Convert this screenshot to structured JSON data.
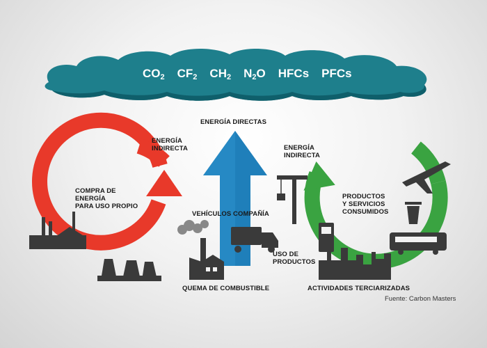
{
  "colors": {
    "cloud": "#1e7f8c",
    "cloud_dark": "#0f5f6b",
    "red_cycle": "#e8392a",
    "blue_arrow": "#1f7fba",
    "green_cycle": "#3aa341",
    "silhouette": "#3a3a3a"
  },
  "cloud": {
    "gases": [
      {
        "base": "CO",
        "sub": "2"
      },
      {
        "base": "CF",
        "sub": "2"
      },
      {
        "base": "CH",
        "sub": "2"
      },
      {
        "base": "N",
        "sub": "2",
        "tail": "O"
      },
      {
        "base": "HFCs",
        "sub": ""
      },
      {
        "base": "PFCs",
        "sub": ""
      }
    ]
  },
  "labels": {
    "energia_directas": "ENERGÍA DIRECTAS",
    "energia_indirecta_left": "ENERGÍA\nINDIRECTA",
    "energia_indirecta_right": "ENERGÍA\nINDIRECTA",
    "compra_energia": "COMPRA DE\nENERGÍA\nPARA USO PROPIO",
    "vehiculos": "VEHÍCULOS COMPAÑÍA",
    "quema": "QUEMA DE COMBUSTIBLE",
    "productos_servicios": "PRODUCTOS\nY SERVICIOS\nCONSUMIDOS",
    "uso_productos": "USO DE\nPRODUCTOS",
    "actividades": "ACTIVIDADES TERCIARIZADAS"
  },
  "source": "Fuente: Carbon Masters",
  "icons": [
    "power-plant-icon",
    "cooling-tower-icon",
    "factory-icon",
    "smoke-icon",
    "truck-icon",
    "crane-icon",
    "fuel-pump-icon",
    "airplane-icon",
    "trash-can-icon",
    "bus-icon",
    "industrial-city-icon"
  ]
}
